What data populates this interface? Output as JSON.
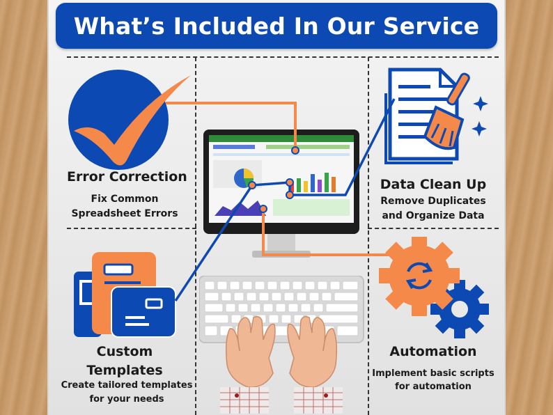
{
  "title": "What’s Included In Our Service",
  "services": [
    {
      "title": "Error Correction",
      "desc_line1": "Fix Common",
      "desc_line2": "Spreadsheet Errors",
      "icon": "checkmark-icon"
    },
    {
      "title": "Data Clean Up",
      "desc_line1": "Remove Duplicates",
      "desc_line2": "and Organize Data",
      "icon": "document-broom-icon"
    },
    {
      "title_line1": "Custom",
      "title_line2": "Templates",
      "desc_line1": "Create tailored templates",
      "desc_line2": "for your needs",
      "icon": "template-cards-icon"
    },
    {
      "title": "Automation",
      "desc_line1": "Implement basic scripts",
      "desc_line2": "for automation",
      "icon": "gear-sync-icon"
    }
  ],
  "colors": {
    "brand_blue": "#0d49b3",
    "accent_orange": "#f4894a",
    "board": "#efefef",
    "text": "#1a1a1a"
  }
}
